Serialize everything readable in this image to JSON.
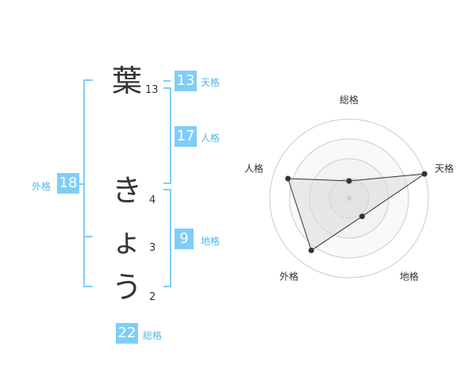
{
  "name": {
    "chars": [
      {
        "char": "葉",
        "strokes": "13"
      },
      {
        "char": "き",
        "strokes": "4"
      },
      {
        "char": "ょ",
        "strokes": "3"
      },
      {
        "char": "う",
        "strokes": "2"
      }
    ]
  },
  "grid": {
    "tenkaku": {
      "value": "13",
      "label": "天格"
    },
    "jinkaku": {
      "value": "17",
      "label": "人格"
    },
    "chikaku": {
      "value": "9",
      "label": "地格"
    },
    "gaikaku": {
      "value": "18",
      "label": "外格"
    },
    "soukaku": {
      "value": "22",
      "label": "総格"
    }
  },
  "colors": {
    "accent": "#7fcdf7",
    "label": "#56b6e8"
  },
  "chart_data": {
    "type": "radar",
    "axes": [
      "総格",
      "天格",
      "地格",
      "外格",
      "人格"
    ],
    "rings": 4,
    "values": [
      0.22,
      1.0,
      0.28,
      0.81,
      0.81
    ],
    "center_marker": true
  }
}
